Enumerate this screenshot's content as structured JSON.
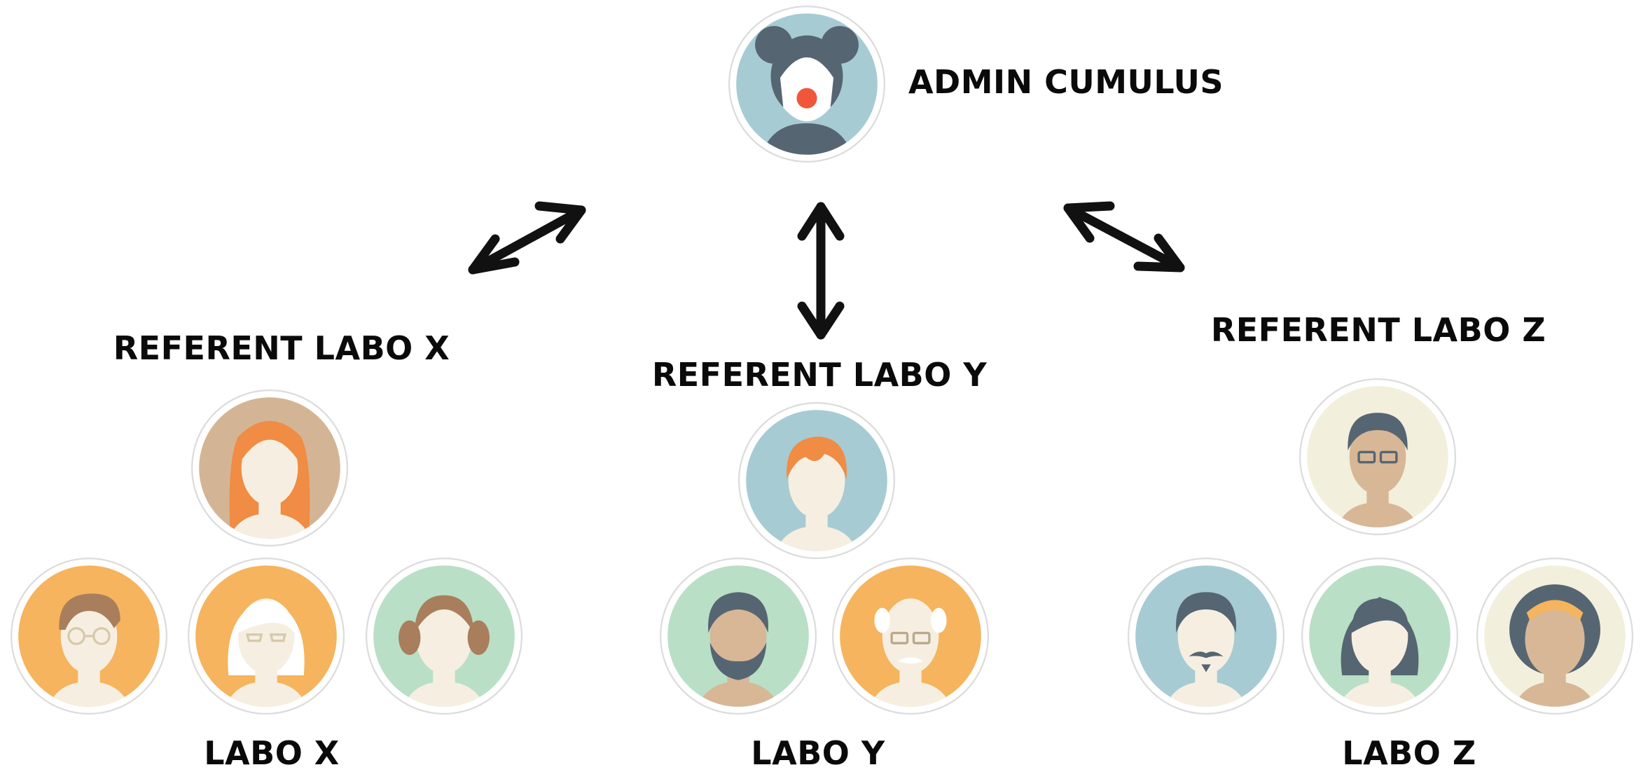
{
  "admin": {
    "label": "ADMIN CUMULUS",
    "icon": "mouse-avatar-icon"
  },
  "groups": [
    {
      "referent_label": "REFERENT LABO X",
      "team_label": "LABO X"
    },
    {
      "referent_label": "REFERENT LABO Y",
      "team_label": "LABO Y"
    },
    {
      "referent_label": "REFERENT LABO Z",
      "team_label": "LABO Z"
    }
  ],
  "colors": {
    "blue": "#a6cbd3",
    "tan": "#d3b596",
    "orange": "#f5b45d",
    "green": "#b9dfc6",
    "cream": "#f3efdd",
    "hair_dark": "#566572",
    "hair_red": "#f08c44",
    "hair_brown": "#a97e5c",
    "skin_light": "#f6efe1",
    "skin_dark": "#d7b796",
    "nose_red": "#f0573a"
  }
}
